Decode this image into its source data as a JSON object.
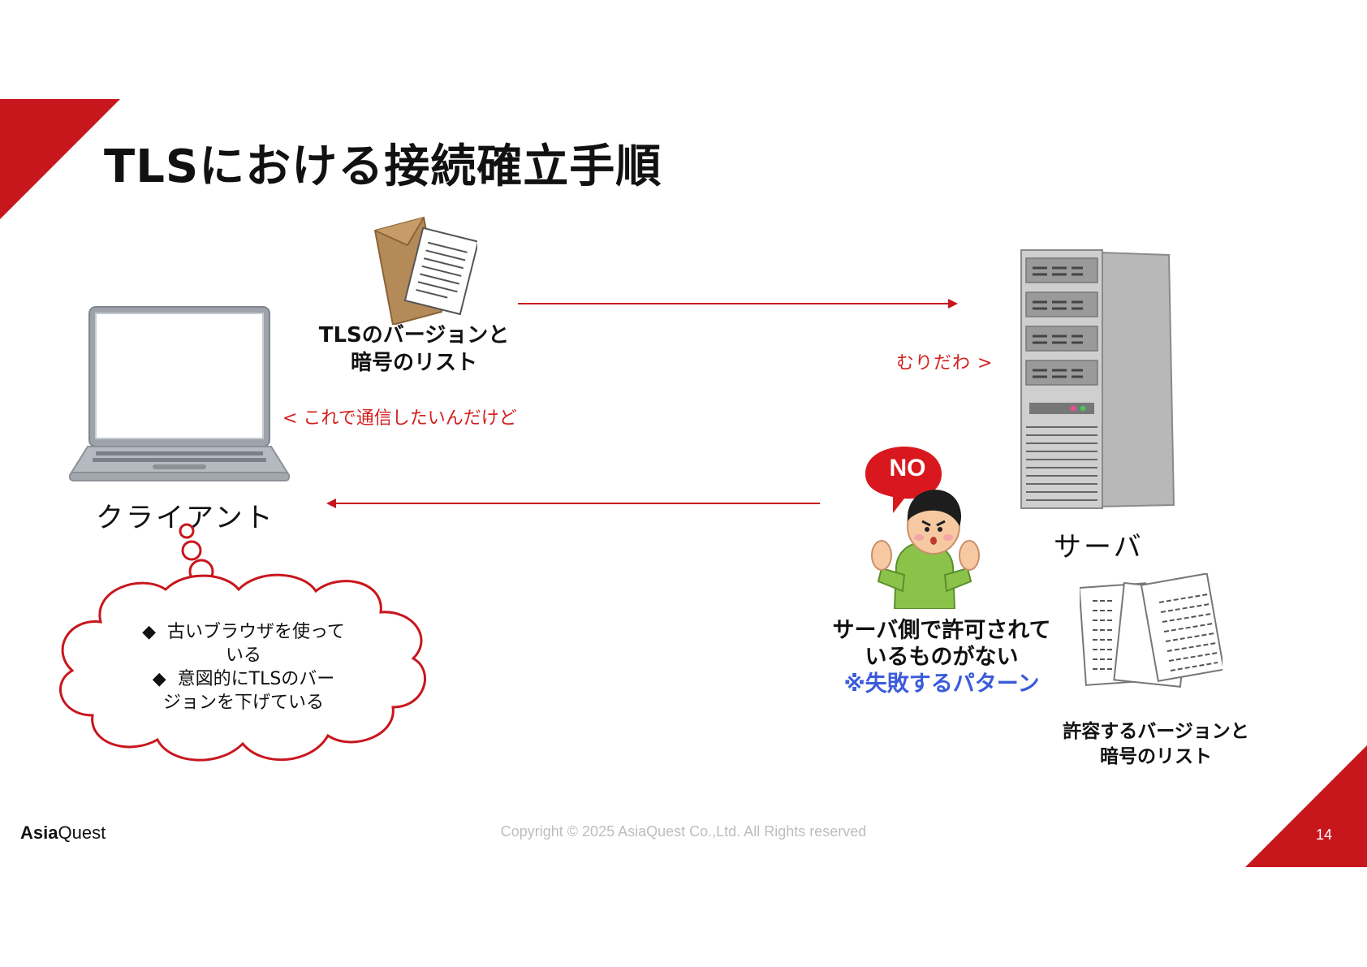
{
  "title": "TLSにおける接続確立手順",
  "client": {
    "label": "クライアント",
    "message": "< これで通信したいんだけど"
  },
  "request": {
    "caption_line1": "TLSのバージョンと",
    "caption_line2": "暗号のリスト"
  },
  "server": {
    "label": "サーバ",
    "reply": "むりだわ >",
    "no_sign": "NO",
    "result_line1": "サーバ側で許可されて",
    "result_line2": "いるものがない",
    "result_note": "※失敗するパターン",
    "allowed_line1": "許容するバージョンと",
    "allowed_line2": "暗号のリスト"
  },
  "thought": {
    "bullet_symbol": "◆",
    "items": [
      {
        "line1": "古いブラウザを使って",
        "line2": "いる"
      },
      {
        "line1": "意図的にTLSのバー",
        "line2": "ジョンを下げている"
      }
    ]
  },
  "footer": {
    "logo_bold": "Asia",
    "logo_regular": "Quest",
    "copyright": "Copyright © 2025 AsiaQuest Co.,Ltd. All Rights reserved",
    "page_number": "14"
  },
  "colors": {
    "accent_red": "#c8161d",
    "text_red": "#d2211f",
    "note_blue": "#3b5bdb"
  }
}
